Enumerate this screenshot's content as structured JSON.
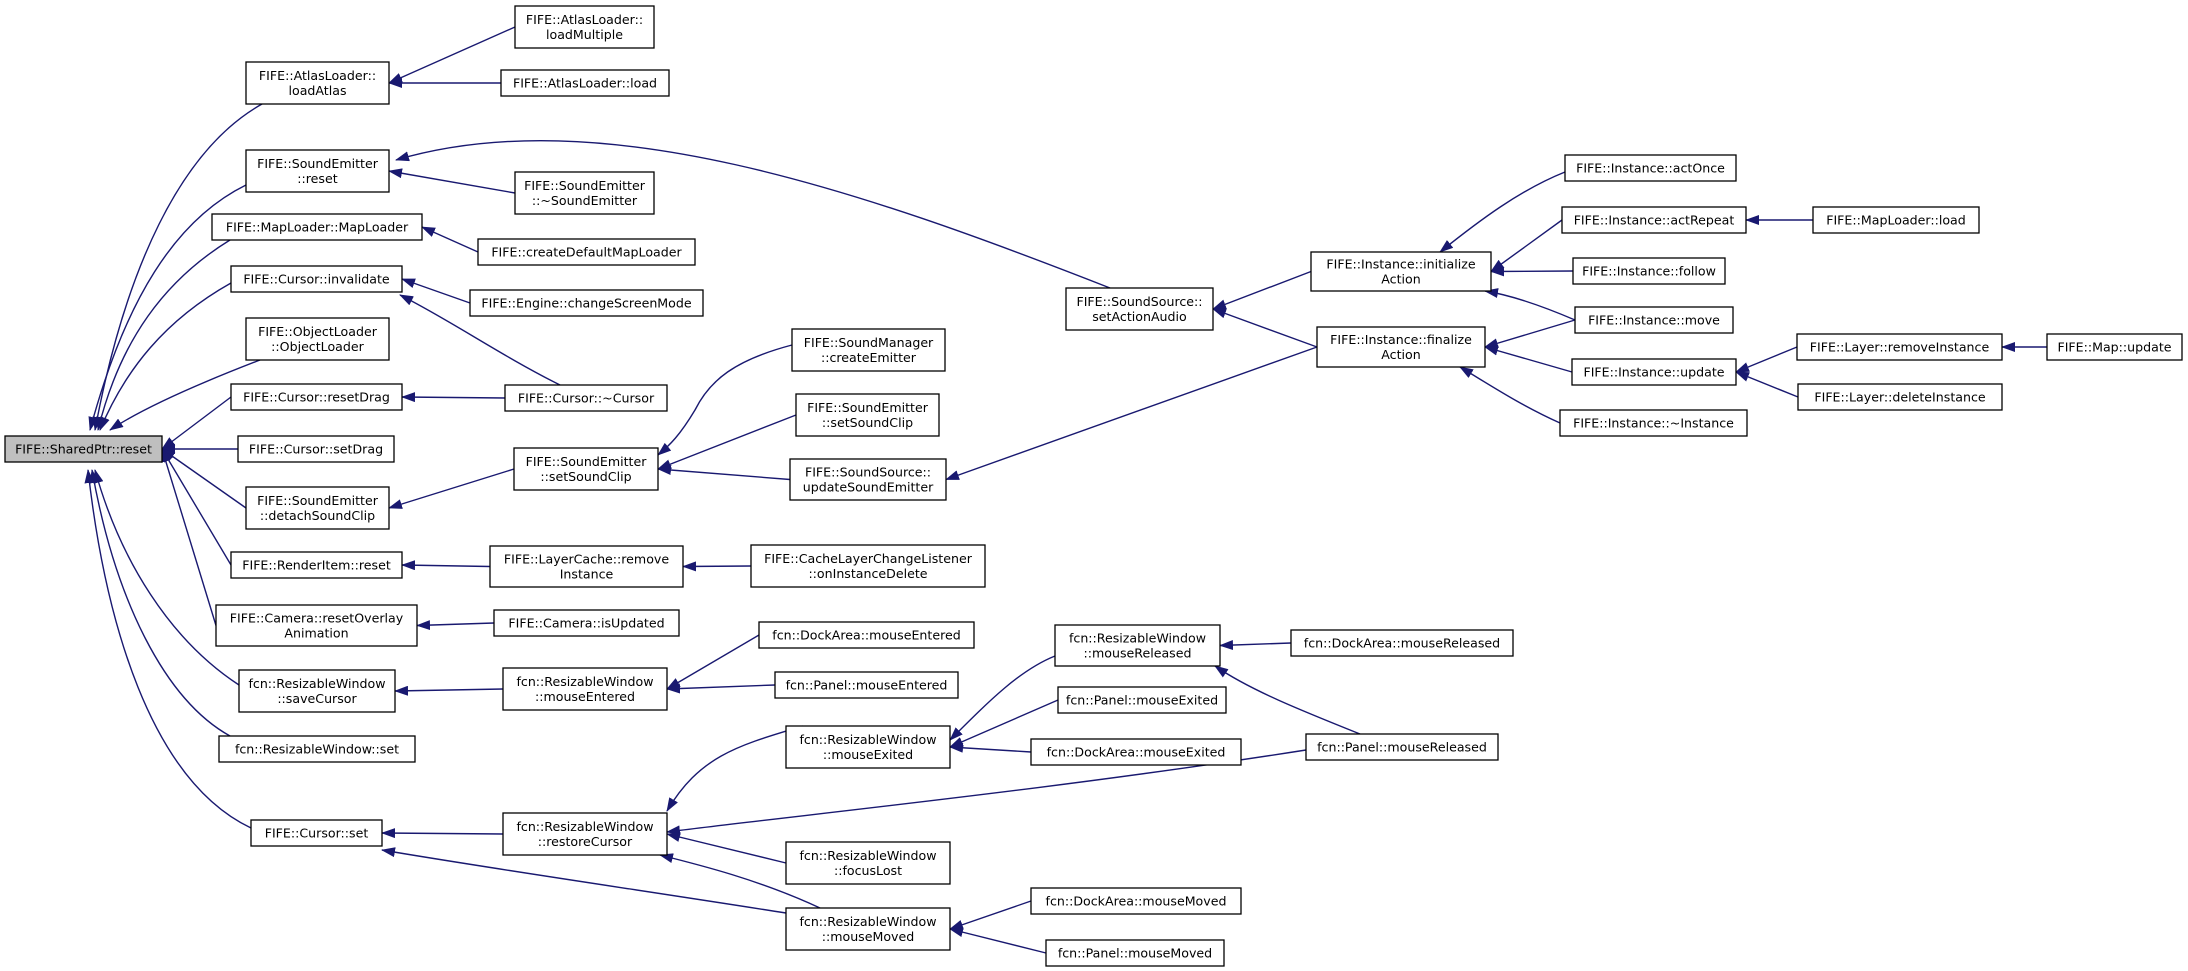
{
  "root": "n0",
  "nodes": [
    {
      "id": "n0",
      "lines": [
        "FIFE::SharedPtr::reset"
      ],
      "root": true
    },
    {
      "id": "n1",
      "lines": [
        "FIFE::AtlasLoader::",
        "loadAtlas"
      ]
    },
    {
      "id": "n2",
      "lines": [
        "FIFE::SoundEmitter",
        "::reset"
      ]
    },
    {
      "id": "n3",
      "lines": [
        "FIFE::MapLoader::MapLoader"
      ]
    },
    {
      "id": "n4",
      "lines": [
        "FIFE::Cursor::invalidate"
      ]
    },
    {
      "id": "n5",
      "lines": [
        "FIFE::ObjectLoader",
        "::ObjectLoader"
      ]
    },
    {
      "id": "n6",
      "lines": [
        "FIFE::Cursor::resetDrag"
      ]
    },
    {
      "id": "n7",
      "lines": [
        "FIFE::Cursor::setDrag"
      ]
    },
    {
      "id": "n8",
      "lines": [
        "FIFE::SoundEmitter",
        "::detachSoundClip"
      ]
    },
    {
      "id": "n9",
      "lines": [
        "FIFE::RenderItem::reset"
      ]
    },
    {
      "id": "n10",
      "lines": [
        "FIFE::Camera::resetOverlay",
        "Animation"
      ]
    },
    {
      "id": "n11",
      "lines": [
        "fcn::ResizableWindow",
        "::saveCursor"
      ]
    },
    {
      "id": "n12",
      "lines": [
        "fcn::ResizableWindow::set"
      ]
    },
    {
      "id": "n13",
      "lines": [
        "FIFE::Cursor::set"
      ]
    },
    {
      "id": "n14",
      "lines": [
        "FIFE::AtlasLoader::",
        "loadMultiple"
      ]
    },
    {
      "id": "n15",
      "lines": [
        "FIFE::AtlasLoader::load"
      ]
    },
    {
      "id": "n16",
      "lines": [
        "FIFE::SoundEmitter",
        "::~SoundEmitter"
      ]
    },
    {
      "id": "n17",
      "lines": [
        "FIFE::createDefaultMapLoader"
      ]
    },
    {
      "id": "n18",
      "lines": [
        "FIFE::Engine::changeScreenMode"
      ]
    },
    {
      "id": "n19",
      "lines": [
        "FIFE::Cursor::~Cursor"
      ]
    },
    {
      "id": "n20",
      "lines": [
        "FIFE::SoundEmitter",
        "::setSoundClip"
      ]
    },
    {
      "id": "n21",
      "lines": [
        "FIFE::LayerCache::remove",
        "Instance"
      ]
    },
    {
      "id": "n22",
      "lines": [
        "FIFE::Camera::isUpdated"
      ]
    },
    {
      "id": "n23",
      "lines": [
        "fcn::ResizableWindow",
        "::mouseEntered"
      ]
    },
    {
      "id": "n24",
      "lines": [
        "fcn::ResizableWindow",
        "::restoreCursor"
      ]
    },
    {
      "id": "n25",
      "lines": [
        "FIFE::SoundSource::",
        "setActionAudio"
      ]
    },
    {
      "id": "n26",
      "lines": [
        "FIFE::SoundManager",
        "::createEmitter"
      ]
    },
    {
      "id": "n27",
      "lines": [
        "FIFE::SoundEmitter",
        "::setSoundClip"
      ]
    },
    {
      "id": "n28",
      "lines": [
        "FIFE::SoundSource::",
        "updateSoundEmitter"
      ]
    },
    {
      "id": "n29",
      "lines": [
        "FIFE::CacheLayerChangeListener",
        "::onInstanceDelete"
      ]
    },
    {
      "id": "n30",
      "lines": [
        "fcn::DockArea::mouseEntered"
      ]
    },
    {
      "id": "n31",
      "lines": [
        "fcn::Panel::mouseEntered"
      ]
    },
    {
      "id": "n32",
      "lines": [
        "fcn::ResizableWindow",
        "::mouseExited"
      ]
    },
    {
      "id": "n33",
      "lines": [
        "fcn::ResizableWindow",
        "::focusLost"
      ]
    },
    {
      "id": "n34",
      "lines": [
        "fcn::ResizableWindow",
        "::mouseMoved"
      ]
    },
    {
      "id": "n35",
      "lines": [
        "FIFE::Instance::initialize",
        "Action"
      ]
    },
    {
      "id": "n36",
      "lines": [
        "FIFE::Instance::finalize",
        "Action"
      ]
    },
    {
      "id": "n37",
      "lines": [
        "fcn::ResizableWindow",
        "::mouseReleased"
      ]
    },
    {
      "id": "n38",
      "lines": [
        "fcn::Panel::mouseExited"
      ]
    },
    {
      "id": "n39",
      "lines": [
        "fcn::DockArea::mouseExited"
      ]
    },
    {
      "id": "n40",
      "lines": [
        "fcn::DockArea::mouseMoved"
      ]
    },
    {
      "id": "n41",
      "lines": [
        "fcn::Panel::mouseMoved"
      ]
    },
    {
      "id": "n42",
      "lines": [
        "FIFE::Instance::actOnce"
      ]
    },
    {
      "id": "n43",
      "lines": [
        "FIFE::Instance::actRepeat"
      ]
    },
    {
      "id": "n44",
      "lines": [
        "FIFE::Instance::follow"
      ]
    },
    {
      "id": "n45",
      "lines": [
        "FIFE::Instance::move"
      ]
    },
    {
      "id": "n46",
      "lines": [
        "FIFE::Instance::update"
      ]
    },
    {
      "id": "n47",
      "lines": [
        "FIFE::Instance::~Instance"
      ]
    },
    {
      "id": "n48",
      "lines": [
        "fcn::DockArea::mouseReleased"
      ]
    },
    {
      "id": "n49",
      "lines": [
        "fcn::Panel::mouseReleased"
      ]
    },
    {
      "id": "n50",
      "lines": [
        "FIFE::MapLoader::load"
      ]
    },
    {
      "id": "n51",
      "lines": [
        "FIFE::Layer::removeInstance"
      ]
    },
    {
      "id": "n52",
      "lines": [
        "FIFE::Layer::deleteInstance"
      ]
    },
    {
      "id": "n53",
      "lines": [
        "FIFE::Map::update"
      ]
    }
  ],
  "edges": [
    [
      "n1",
      "n0"
    ],
    [
      "n2",
      "n0"
    ],
    [
      "n3",
      "n0"
    ],
    [
      "n4",
      "n0"
    ],
    [
      "n5",
      "n0"
    ],
    [
      "n6",
      "n0"
    ],
    [
      "n7",
      "n0"
    ],
    [
      "n8",
      "n0"
    ],
    [
      "n9",
      "n0"
    ],
    [
      "n10",
      "n0"
    ],
    [
      "n11",
      "n0"
    ],
    [
      "n12",
      "n0"
    ],
    [
      "n13",
      "n0"
    ],
    [
      "n14",
      "n1"
    ],
    [
      "n15",
      "n1"
    ],
    [
      "n25",
      "n2"
    ],
    [
      "n16",
      "n2"
    ],
    [
      "n17",
      "n3"
    ],
    [
      "n18",
      "n4"
    ],
    [
      "n19",
      "n4"
    ],
    [
      "n19",
      "n6"
    ],
    [
      "n20",
      "n8"
    ],
    [
      "n21",
      "n9"
    ],
    [
      "n22",
      "n10"
    ],
    [
      "n23",
      "n11"
    ],
    [
      "n24",
      "n13"
    ],
    [
      "n34",
      "n13"
    ],
    [
      "n35",
      "n25"
    ],
    [
      "n36",
      "n25"
    ],
    [
      "n26",
      "n20"
    ],
    [
      "n27",
      "n20"
    ],
    [
      "n28",
      "n20"
    ],
    [
      "n29",
      "n21"
    ],
    [
      "n30",
      "n23"
    ],
    [
      "n31",
      "n23"
    ],
    [
      "n32",
      "n24"
    ],
    [
      "n49",
      "n24"
    ],
    [
      "n33",
      "n24"
    ],
    [
      "n34",
      "n24"
    ],
    [
      "n42",
      "n35"
    ],
    [
      "n43",
      "n35"
    ],
    [
      "n44",
      "n35"
    ],
    [
      "n45",
      "n35"
    ],
    [
      "n45",
      "n36"
    ],
    [
      "n46",
      "n36"
    ],
    [
      "n47",
      "n36"
    ],
    [
      "n50",
      "n43"
    ],
    [
      "n51",
      "n46"
    ],
    [
      "n52",
      "n46"
    ],
    [
      "n53",
      "n51"
    ],
    [
      "n37",
      "n32"
    ],
    [
      "n38",
      "n32"
    ],
    [
      "n39",
      "n32"
    ],
    [
      "n48",
      "n37"
    ],
    [
      "n49",
      "n37"
    ],
    [
      "n40",
      "n34"
    ],
    [
      "n41",
      "n34"
    ],
    [
      "n36",
      "n28"
    ]
  ]
}
